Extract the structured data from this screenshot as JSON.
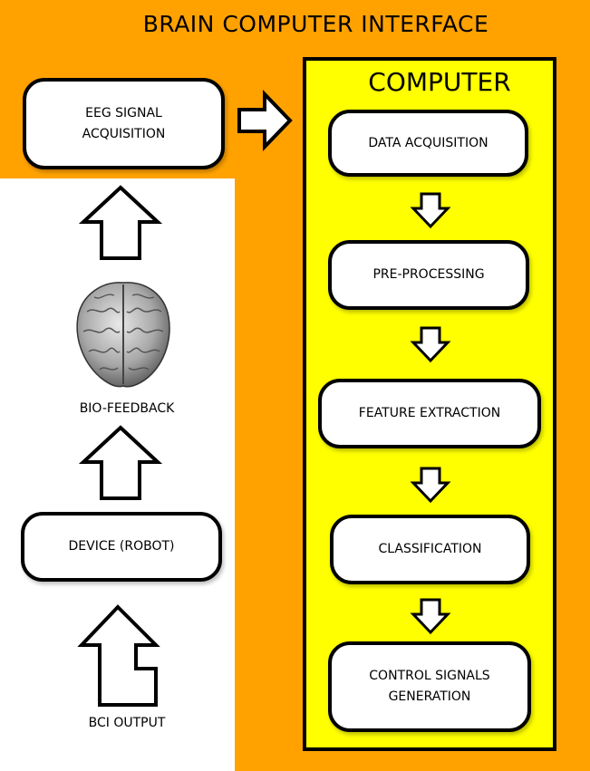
{
  "diagram": {
    "title": "BRAIN COMPUTER INTERFACE",
    "computer_title": "COMPUTER",
    "nodes": {
      "eeg_signal_acquisition": "EEG SIGNAL\nACQUISITION",
      "data_acquisition": "DATA ACQUISITION",
      "pre_processing": "PRE-PROCESSING",
      "feature_extraction": "FEATURE EXTRACTION",
      "classification": "CLASSIFICATION",
      "control_signals_generation": "CONTROL SIGNALS\nGENERATION",
      "device_robot": "DEVICE (ROBOT)"
    },
    "labels": {
      "bio_feedback": "BIO-FEEDBACK",
      "bci_output": "BCI OUTPUT"
    },
    "icons": {
      "brain": "brain-icon"
    },
    "colors": {
      "background": "#FFA200",
      "computer_panel": "#FFFF00",
      "box_fill": "#FFFFFF",
      "stroke": "#000000"
    }
  }
}
